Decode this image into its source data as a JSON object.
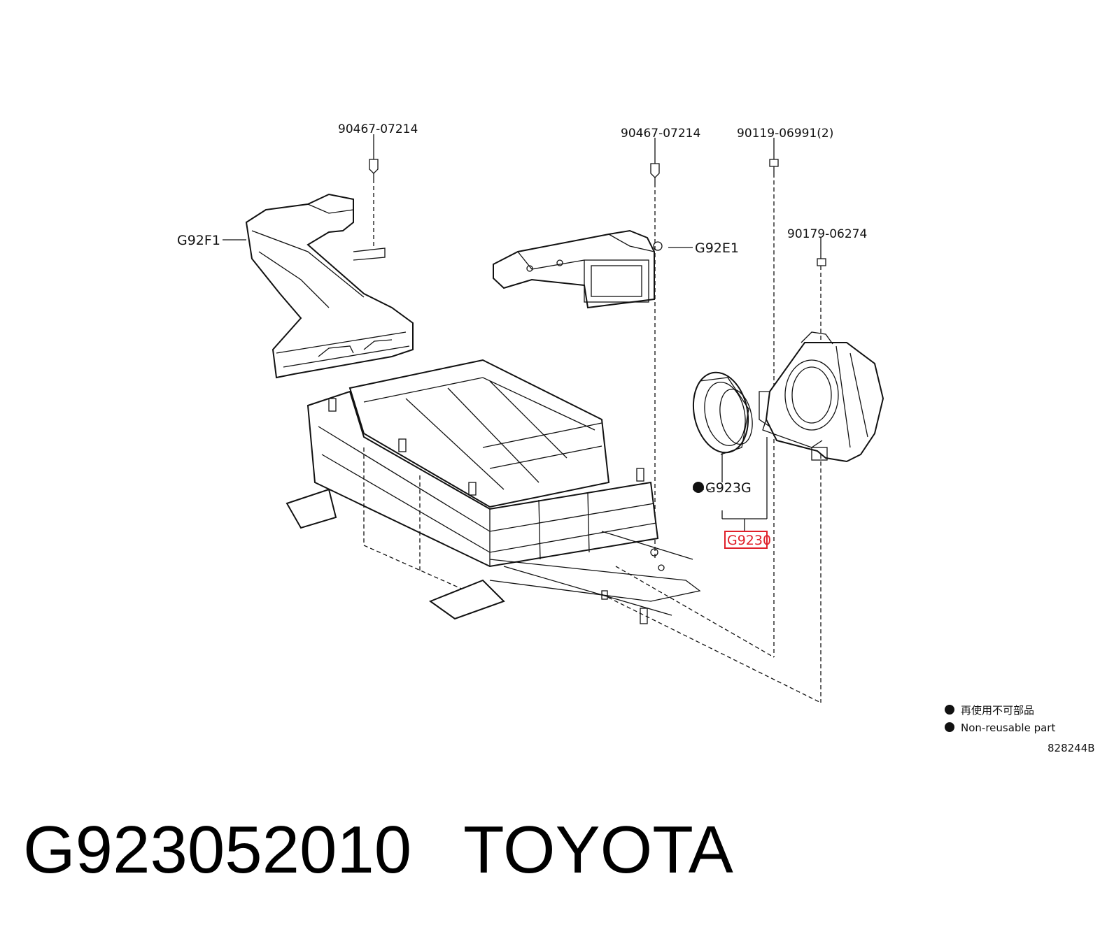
{
  "diagram": {
    "part_numbers": {
      "bolt_left": "90467-07214",
      "bolt_center": "90467-07214",
      "bolt_right": "90119-06991(2)",
      "nut_right": "90179-06274"
    },
    "callouts": {
      "duct_left": "G92F1",
      "duct_right": "G92E1",
      "gasket": "G923G",
      "highlighted": "G9230"
    },
    "legend": {
      "japanese": "再使用不可部品",
      "english": "Non-reusable part"
    },
    "reference_code": "828244B",
    "highlight_color": "#e0202a"
  },
  "footer": {
    "part_code": "G923052010",
    "brand": "TOYOTA"
  }
}
